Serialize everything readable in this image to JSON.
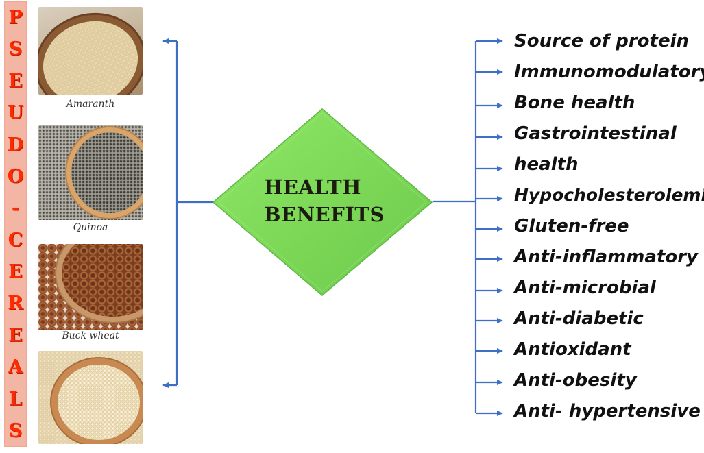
{
  "side_title_letters": [
    "P",
    "S",
    "E",
    "U",
    "D",
    "O",
    "-",
    "C",
    "E",
    "R",
    "E",
    "A",
    "L",
    "S"
  ],
  "grains": [
    {
      "id": "amaranth",
      "label": "Amaranth"
    },
    {
      "id": "quinoa",
      "label": "Quinoa"
    },
    {
      "id": "buckwheat",
      "label": "Buck wheat"
    },
    {
      "id": "millet",
      "label": ""
    }
  ],
  "center": {
    "line1": "HEALTH",
    "line2": "BENEFITS"
  },
  "benefits": [
    "Source of protein",
    "Immunomodulatory",
    "Bone health",
    "Gastrointestinal",
    "health",
    "Hypocholesterolemic",
    "Gluten-free",
    "Anti-inflammatory",
    "Anti-microbial",
    "Anti-diabetic",
    "Antioxidant",
    "Anti-obesity",
    "Anti- hypertensive"
  ],
  "colors": {
    "strip_bg": "#f4b6a4",
    "strip_text": "#ff2a00",
    "arrow": "#3d6fc4",
    "diamond": "#7ed957"
  }
}
